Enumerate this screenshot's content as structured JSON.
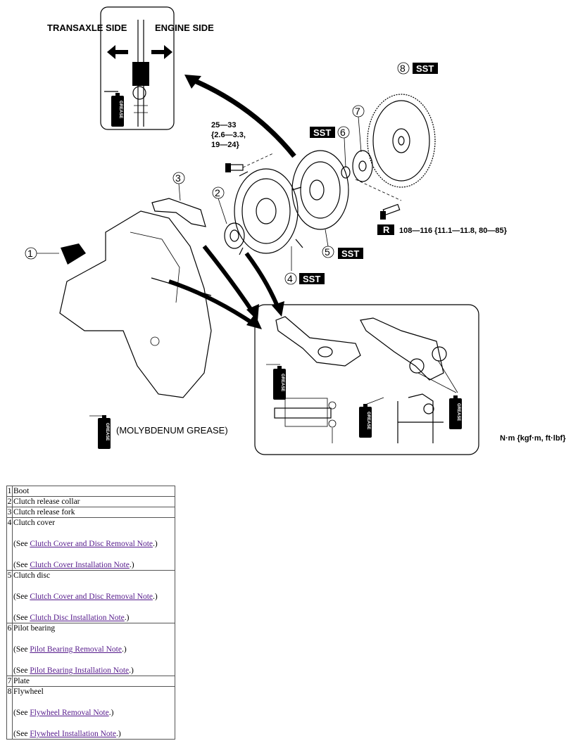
{
  "diagram": {
    "transaxle_side": "TRANSAXLE SIDE",
    "engine_side": "ENGINE SIDE",
    "grease_label": "GREASE",
    "molybdenum_grease": "(MOLYBDENUM GREASE)",
    "torque_cover_line1": "25—33",
    "torque_cover_line2": "{2.6—3.3,",
    "torque_cover_line3": "19—24}",
    "torque_flywheel": "108—116 {11.1—11.8, 80—85}",
    "units": "N·m {kgf·m, ft·lbf}",
    "sst": "SST",
    "r_mark": "R",
    "callouts": [
      "1",
      "2",
      "3",
      "4",
      "5",
      "6",
      "7",
      "8"
    ]
  },
  "parts_table": {
    "see_open": "(See ",
    "see_close": ".)",
    "rows": [
      {
        "num": "1",
        "name": "Boot",
        "notes": []
      },
      {
        "num": "2",
        "name": "Clutch release collar",
        "notes": []
      },
      {
        "num": "3",
        "name": "Clutch release fork",
        "notes": []
      },
      {
        "num": "4",
        "name": "Clutch cover",
        "notes": [
          "Clutch Cover and Disc Removal Note",
          "Clutch Cover Installation Note"
        ]
      },
      {
        "num": "5",
        "name": "Clutch disc",
        "notes": [
          "Clutch Cover and Disc Removal Note",
          "Clutch Disc Installation Note"
        ]
      },
      {
        "num": "6",
        "name": "Pilot bearing",
        "notes": [
          "Pilot Bearing Removal Note",
          "Pilot Bearing Installation Note"
        ]
      },
      {
        "num": "7",
        "name": "Plate",
        "notes": []
      },
      {
        "num": "8",
        "name": "Flywheel",
        "notes": [
          "Flywheel Removal Note",
          "Flywheel Installation Note"
        ]
      }
    ]
  }
}
